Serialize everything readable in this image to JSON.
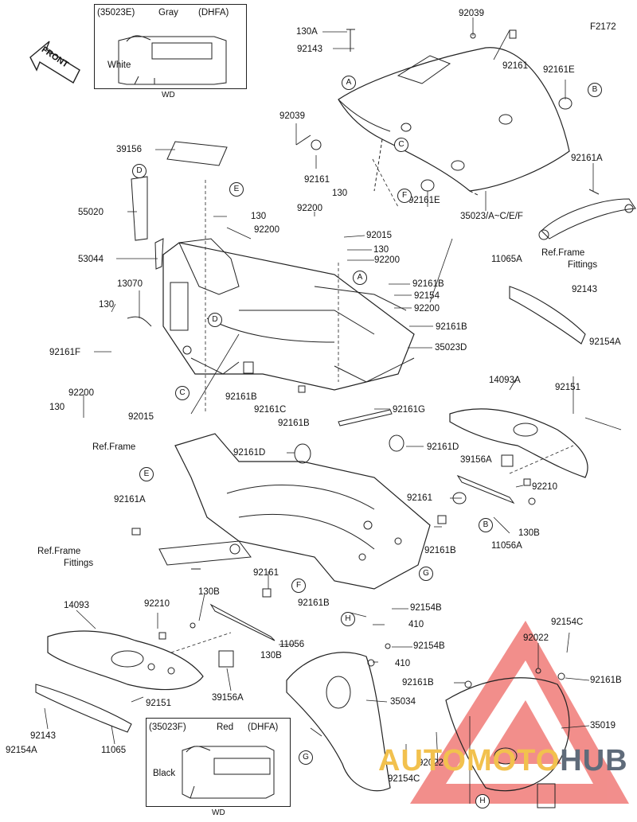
{
  "figure_code": "F2172",
  "front_label": "FRONT",
  "watermark": {
    "part1": "AUTOMOTO",
    "part2": "HUB"
  },
  "callouts": {
    "A": "A",
    "B": "B",
    "C": "C",
    "D": "D",
    "E": "E",
    "F": "F",
    "G": "G",
    "H": "H"
  },
  "inset_top": {
    "title_code": "(35023E)",
    "title_color": "Gray",
    "title_region": "(DHFA)",
    "sub_label": "White",
    "footer": "WD"
  },
  "inset_bottom": {
    "title_code": "(35023F)",
    "title_color": "Red",
    "title_region": "(DHFA)",
    "sub_label": "Black",
    "footer": "WD"
  },
  "parts": {
    "p92039a": "92039",
    "p130A": "130A",
    "p92143a": "92143",
    "p92161a": "92161",
    "p92161E_a": "92161E",
    "p92039b": "92039",
    "p92161b": "92161",
    "p92161E_b": "92161E",
    "p35023": "35023/A~C/E/F",
    "p92161A_a": "92161A",
    "p_ref_frame_fittings_a1": "Ref.Frame",
    "p_ref_frame_fittings_a2": "Fittings",
    "p39156": "39156",
    "p55020": "55020",
    "p130a": "130",
    "p92200a": "92200",
    "p130b": "130",
    "p92200b": "92200",
    "p92015a": "92015",
    "p130c": "130",
    "p92200c": "92200",
    "p53044": "53044",
    "p13070": "13070",
    "p130d": "130",
    "p92161B_a": "92161B",
    "p92154": "92154",
    "p92200d": "92200",
    "p92161B_b": "92161B",
    "p35023D": "35023D",
    "p92161F": "92161F",
    "p11065A": "11065A",
    "p92143b": "92143",
    "p92154A_a": "92154A",
    "p92200e": "92200",
    "p130e": "130",
    "p92161B_c": "92161B",
    "p92161C": "92161C",
    "p92161B_d": "92161B",
    "p92161G": "92161G",
    "p92015b": "92015",
    "p14093A": "14093A",
    "p92151a": "92151",
    "p_ref_frame_b": "Ref.Frame",
    "p92161D_a": "92161D",
    "p92161D_b": "92161D",
    "p39156A_a": "39156A",
    "p92210a": "92210",
    "p92161c": "92161",
    "p130B_a": "130B",
    "p11056A": "11056A",
    "p92161A_b": "92161A",
    "p92161B_e": "92161B",
    "p_ref_frame_fittings_b1": "Ref.Frame",
    "p_ref_frame_fittings_b2": "Fittings",
    "p92161d": "92161",
    "p130B_b": "130B",
    "p92154B_a": "92154B",
    "p410a": "410",
    "p92161B_f": "92161B",
    "p14093": "14093",
    "p92210b": "92210",
    "p11056": "11056",
    "p130B_c": "130B",
    "p92154B_b": "92154B",
    "p410b": "410",
    "p92154C_a": "92154C",
    "p92022a": "92022",
    "p92161B_g": "92161B",
    "p92161B_h": "92161B",
    "p92151b": "92151",
    "p39156A_b": "39156A",
    "p35034": "35034",
    "p35019": "35019",
    "p92143c": "92143",
    "p11065": "11065",
    "p92154A_b": "92154A",
    "p92022b": "92022",
    "p92154C_b": "92154C"
  }
}
